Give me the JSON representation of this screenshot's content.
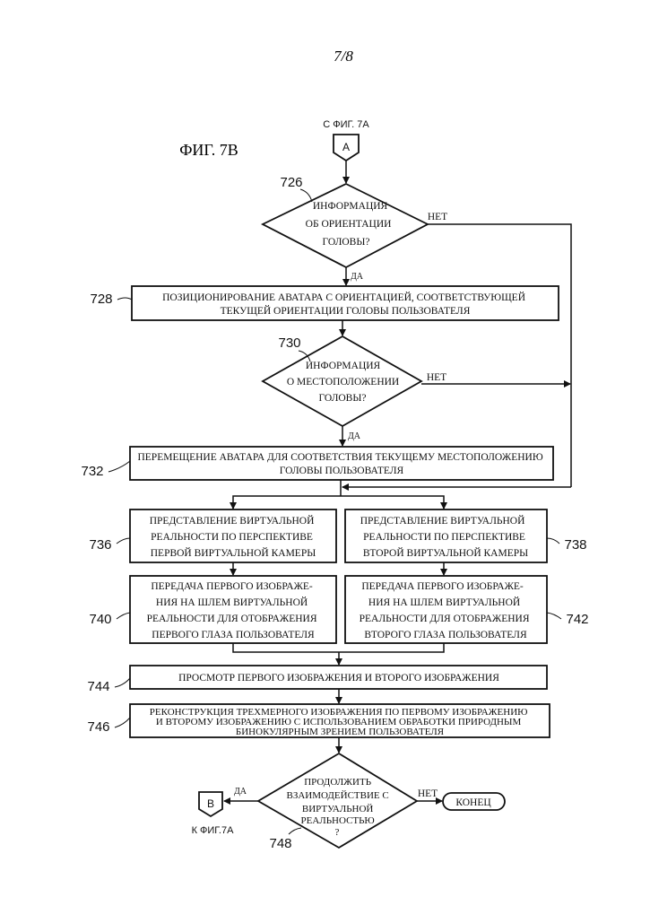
{
  "page_number": "7/8",
  "figure_title": "ФИГ. 7В",
  "connector_in": {
    "from_label": "С ФИГ. 7А",
    "letter": "A"
  },
  "connector_out": {
    "to_label": "К ФИГ.7А",
    "letter": "B"
  },
  "steps": {
    "s726": {
      "num": "726",
      "lines": [
        "ИНФОРМАЦИЯ",
        "ОБ ОРИЕНТАЦИИ",
        "ГОЛОВЫ?"
      ],
      "yes": "ДА",
      "no": "НЕТ"
    },
    "s728": {
      "num": "728",
      "lines": [
        "ПОЗИЦИОНИРОВАНИЕ АВАТАРА С ОРИЕНТАЦИЕЙ, СООТВЕТСТВУЮЩЕЙ",
        "ТЕКУЩЕЙ ОРИЕНТАЦИИ ГОЛОВЫ ПОЛЬЗОВАТЕЛЯ"
      ]
    },
    "s730": {
      "num": "730",
      "lines": [
        "ИНФОРМАЦИЯ",
        "О МЕСТОПОЛОЖЕНИИ",
        "ГОЛОВЫ?"
      ],
      "yes": "ДА",
      "no": "НЕТ"
    },
    "s732": {
      "num": "732",
      "lines": [
        "ПЕРЕМЕЩЕНИЕ АВАТАРА ДЛЯ СООТВЕТСТВИЯ ТЕКУЩЕМУ МЕСТОПОЛОЖЕНИЮ",
        "ГОЛОВЫ ПОЛЬЗОВАТЕЛЯ"
      ]
    },
    "s736": {
      "num": "736",
      "lines": [
        "ПРЕДСТАВЛЕНИЕ ВИРТУАЛЬНОЙ",
        "РЕАЛЬНОСТИ ПО ПЕРСПЕКТИВЕ",
        "ПЕРВОЙ ВИРТУАЛЬНОЙ КАМЕРЫ"
      ]
    },
    "s738": {
      "num": "738",
      "lines": [
        "ПРЕДСТАВЛЕНИЕ ВИРТУАЛЬНОЙ",
        "РЕАЛЬНОСТИ ПО ПЕРСПЕКТИВЕ",
        "ВТОРОЙ ВИРТУАЛЬНОЙ КАМЕРЫ"
      ]
    },
    "s740": {
      "num": "740",
      "lines": [
        "ПЕРЕДАЧА ПЕРВОГО ИЗОБРАЖЕ-",
        "НИЯ НА ШЛЕМ ВИРТУАЛЬНОЙ",
        "РЕАЛЬНОСТИ ДЛЯ ОТОБРАЖЕНИЯ",
        "ПЕРВОГО ГЛАЗА ПОЛЬЗОВАТЕЛЯ"
      ]
    },
    "s742": {
      "num": "742",
      "lines": [
        "ПЕРЕДАЧА ПЕРВОГО ИЗОБРАЖЕ-",
        "НИЯ НА ШЛЕМ ВИРТУАЛЬНОЙ",
        "РЕАЛЬНОСТИ ДЛЯ ОТОБРАЖЕНИЯ",
        "ВТОРОГО ГЛАЗА ПОЛЬЗОВАТЕЛЯ"
      ]
    },
    "s744": {
      "num": "744",
      "lines": [
        "ПРОСМОТР ПЕРВОГО ИЗОБРАЖЕНИЯ И ВТОРОГО ИЗОБРАЖЕНИЯ"
      ]
    },
    "s746": {
      "num": "746",
      "lines": [
        "РЕКОНСТРУКЦИЯ ТРЕХМЕРНОГО ИЗОБРАЖЕНИЯ ПО ПЕРВОМУ ИЗОБРАЖЕНИЮ",
        "И ВТОРОМУ ИЗОБРАЖЕНИЮ С ИСПОЛЬЗОВАНИЕМ ОБРАБОТКИ ПРИРОДНЫМ",
        "БИНОКУЛЯРНЫМ ЗРЕНИЕМ ПОЛЬЗОВАТЕЛЯ"
      ]
    },
    "s748": {
      "num": "748",
      "lines": [
        "ПРОДОЛЖИТЬ",
        "ВЗАИМОДЕЙСТВИЕ С",
        "ВИРТУАЛЬНОЙ",
        "РЕАЛЬНОСТЬЮ",
        "?"
      ],
      "yes": "ДА",
      "no": "НЕТ"
    }
  },
  "end": "КОНЕЦ"
}
